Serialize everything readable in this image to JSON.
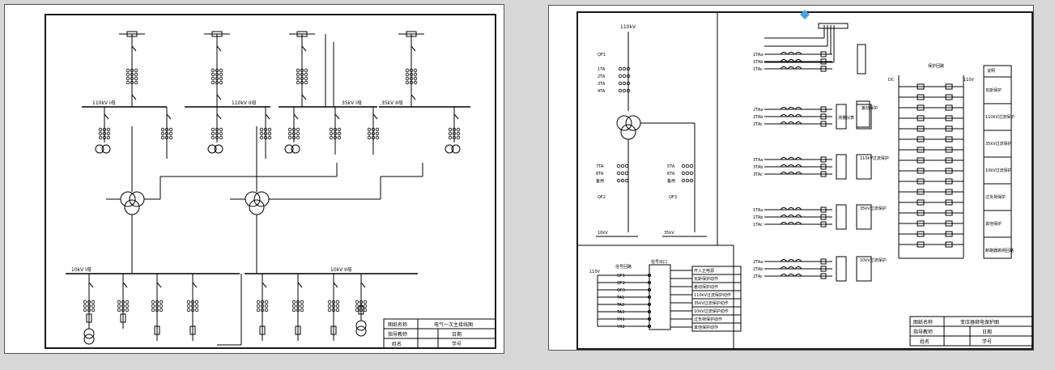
{
  "left_drawing": {
    "bus_labels": {
      "bus_110_1": "110kV I母",
      "bus_110_2": "110kV II母",
      "bus_35_1": "35kV I母",
      "bus_35_2": "35kV II母",
      "bus_10_1": "10kV I母",
      "bus_10_2": "10kV II母"
    },
    "title_block": {
      "drawing_name_label": "图纸名称",
      "drawing_name_value": "电气一次主接线图",
      "advisor_label": "指导教师",
      "date_label": "日期",
      "name_label": "姓名",
      "student_no_label": "学号"
    }
  },
  "right_drawing": {
    "voltage_110": "110kV",
    "voltage_10": "10kV",
    "voltage_35": "35kV",
    "breaker_qf1": "QF1",
    "breaker_qf2": "QF2",
    "breaker_qf3": "QF3",
    "ct_group_top": [
      "1TA",
      "2TA",
      "3TA",
      "4TA"
    ],
    "ct_group_mid_left": [
      "7TA",
      "8TA",
      "备用"
    ],
    "ct_group_mid_right": [
      "5TA",
      "6TA",
      "备用"
    ],
    "signal_circuit_title": "信号回路",
    "signal_output_title": "信号出口",
    "signal_list": [
      "开入正电源",
      "瓦斯保护动作",
      "差动保护动作",
      "110kV过流保护动作",
      "35kV过流保护动作",
      "10kV过流保护动作",
      "过负荷保护动作",
      "其他保护动作"
    ],
    "signal_voltage": "110V",
    "signal_kinds": [
      "QF1",
      "QF2",
      "QF3",
      "TA1",
      "TA2",
      "TA3",
      "YX1",
      "YX2"
    ],
    "differential_label": "差动保护",
    "protection_110": "110kV过流保护",
    "protection_35": "35kV过流保护",
    "protection_10": "10kV过流保护",
    "meter_label": "测量仪表",
    "ctrl_circuit_title": "保护回路",
    "ctrl_voltage_1": "DC",
    "ctrl_voltage_2": "110V",
    "ct_side_labels": [
      "1TAa",
      "1TAb",
      "1TAc",
      "2TAa",
      "2TAb",
      "2TAc",
      "3TAa",
      "3TAb",
      "3TAc"
    ],
    "legend_title": "说明",
    "legend_items": [
      "瓦斯保护",
      "110kV过流保护",
      "35kV过流保护",
      "10kV过流保护",
      "过负荷保护",
      "其他保护",
      "断路器跳闸回路"
    ],
    "title_block": {
      "drawing_name_label": "图纸名称",
      "drawing_name_value": "变压器继电保护图",
      "advisor_label": "指导教师",
      "date_label": "日期",
      "name_label": "姓名",
      "student_no_label": "学号"
    }
  }
}
